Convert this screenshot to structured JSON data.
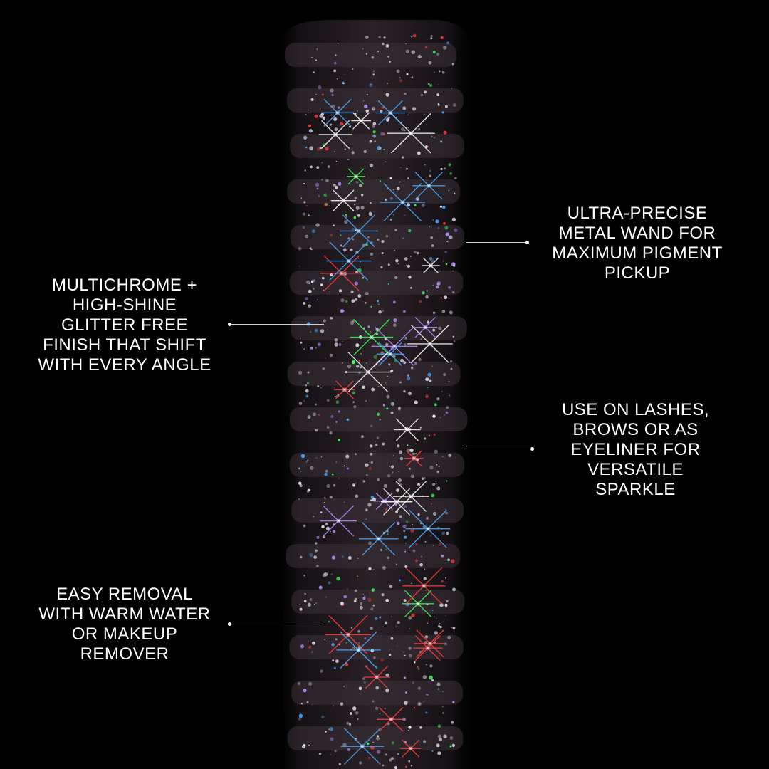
{
  "background_color": "#000000",
  "image": {
    "subject": "glitter-mascara-wand-icon",
    "accent_colors": [
      "#ff3b3b",
      "#3bff5a",
      "#4aa8ff",
      "#ffffff",
      "#b38cff"
    ]
  },
  "callouts": [
    {
      "text": "ULTRA-PRECISE\nMETAL WAND FOR\nMAXIMUM PIGMENT\nPICKUP"
    },
    {
      "text": "MULTICHROME +\nHIGH-SHINE\nGLITTER FREE\nFINISH THAT SHIFT\nWITH EVERY ANGLE"
    },
    {
      "text": "USE ON LASHES,\nBROWS OR AS\nEYELINER FOR\nVERSATILE\nSPARKLE"
    },
    {
      "text": "EASY REMOVAL\nWITH WARM WATER\nOR MAKEUP\nREMOVER"
    }
  ]
}
